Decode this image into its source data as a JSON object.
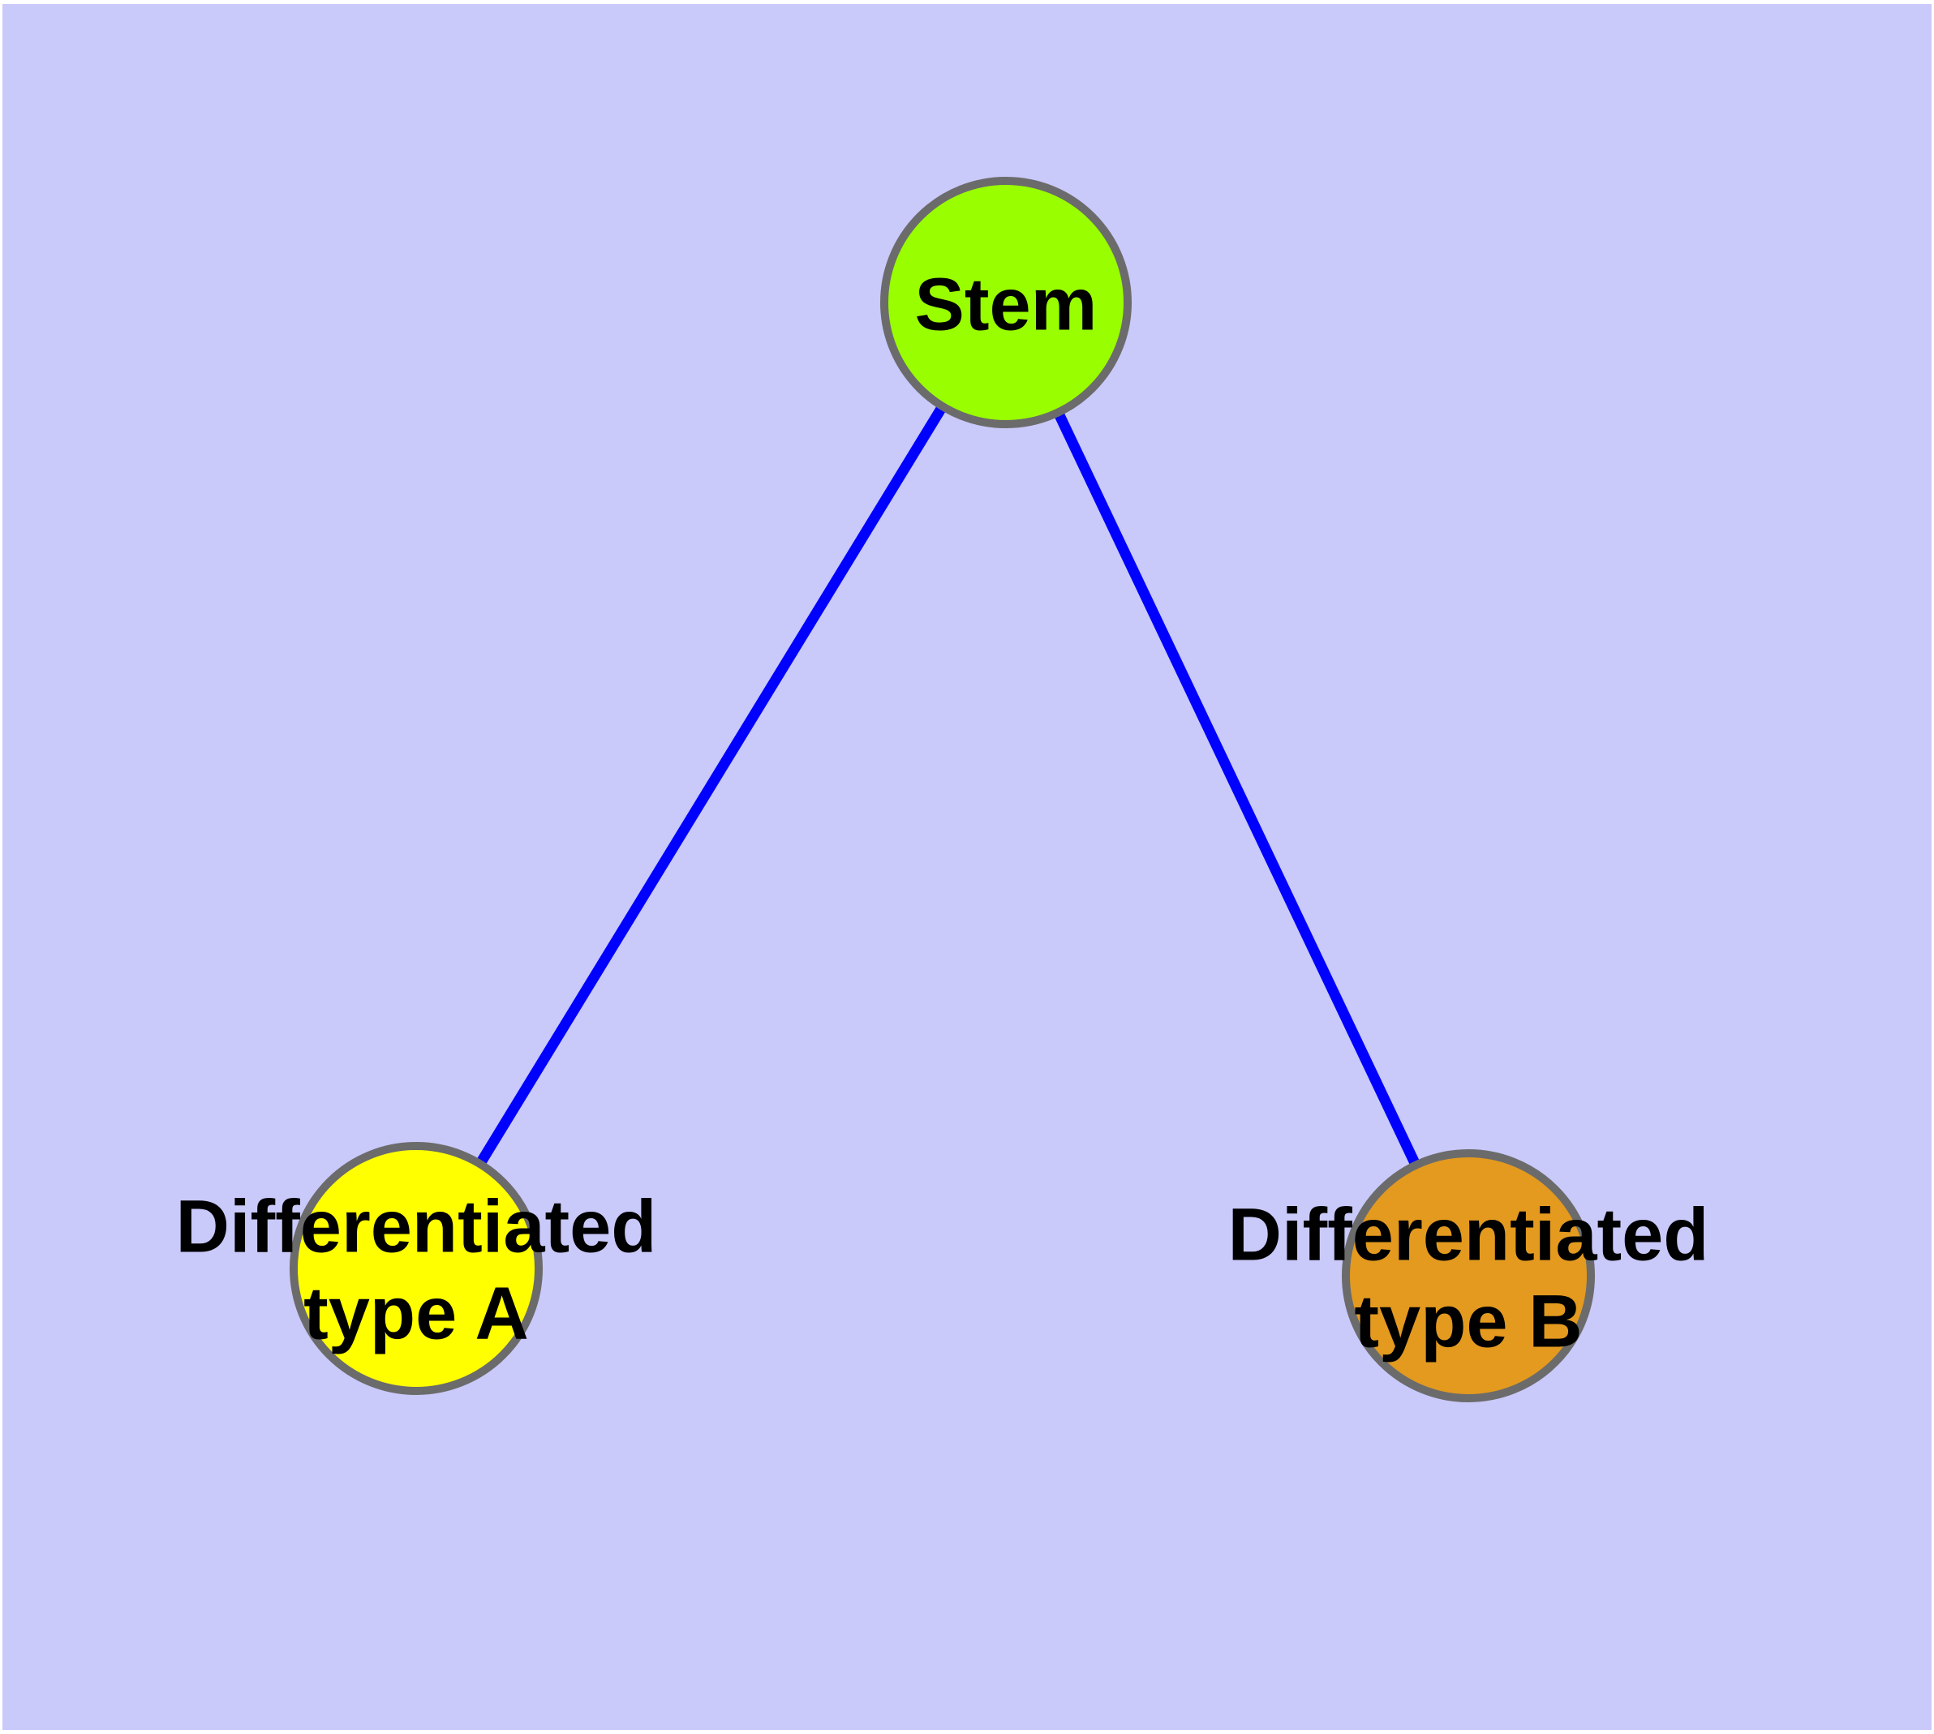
{
  "diagram": {
    "background_color": "#C9C9FA",
    "edge_color": "#0000FF",
    "node_border_color": "#6B6B6B",
    "text_color": "#000000",
    "nodes": [
      {
        "id": "stem",
        "label": "Stem",
        "fill": "#99FE00"
      },
      {
        "id": "differentiated-type-a",
        "label_line1": "Differentiated",
        "label_line2": "type A",
        "fill": "#FFFF00"
      },
      {
        "id": "differentiated-type-b",
        "label_line1": "Differentiated",
        "label_line2": "type B",
        "fill": "#E39A1F"
      }
    ],
    "edges": [
      {
        "from": "stem",
        "to": "differentiated-type-a"
      },
      {
        "from": "stem",
        "to": "differentiated-type-b"
      }
    ]
  }
}
